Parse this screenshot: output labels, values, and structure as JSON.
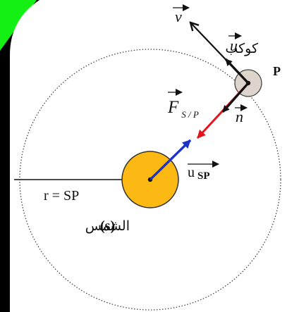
{
  "diagram": {
    "planet_label": "كوكب",
    "planet_point": "P",
    "sun_label_ar": "الشمس",
    "sun_label_s": "(s)",
    "radius_label": "r = SP",
    "velocity_symbol": "v",
    "tangent_unit_symbol": "u",
    "normal_unit_symbol": "n",
    "force_symbol": "F",
    "force_subscript": "S / P",
    "unit_sp_symbol": "u",
    "unit_sp_subscript": "SP"
  },
  "colors": {
    "frame_green": "#14f014",
    "sun_fill": "#fdb913",
    "planet_fill": "#ddd5cc",
    "force_vector": "#e8141b",
    "unit_sp_vector": "#1d33c6",
    "ink": "#111111"
  }
}
